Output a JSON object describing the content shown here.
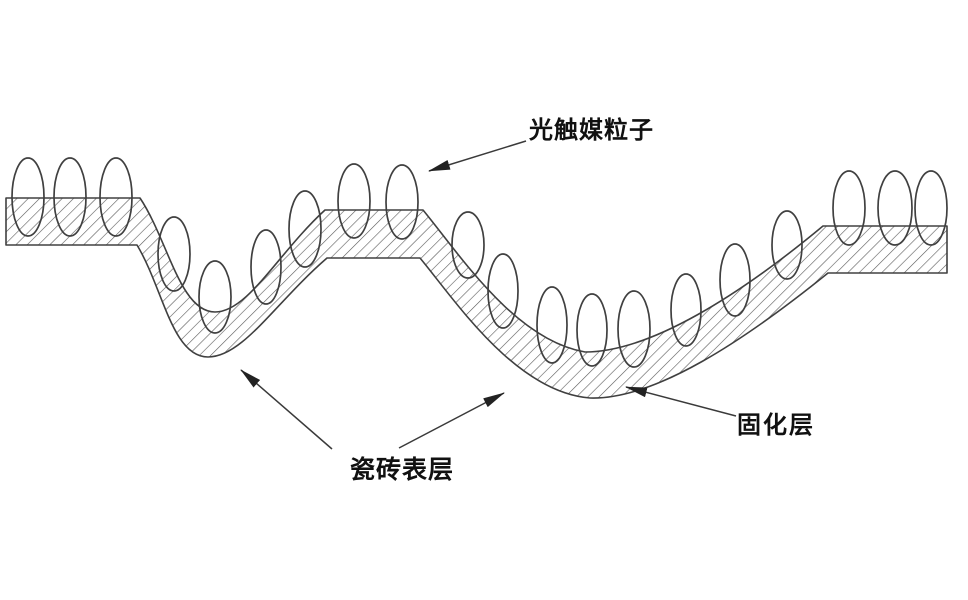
{
  "diagram": {
    "kind": "tile-coating-cross-section",
    "labels": {
      "photocatalyst_particles": "光触媒粒子",
      "cured_layer": "固化层",
      "tile_surface_layer": "瓷砖表层"
    },
    "colors": {
      "background": "#ffffff",
      "outline": "#404040",
      "hatch": "#5a5a5a",
      "text": "#111111"
    }
  }
}
